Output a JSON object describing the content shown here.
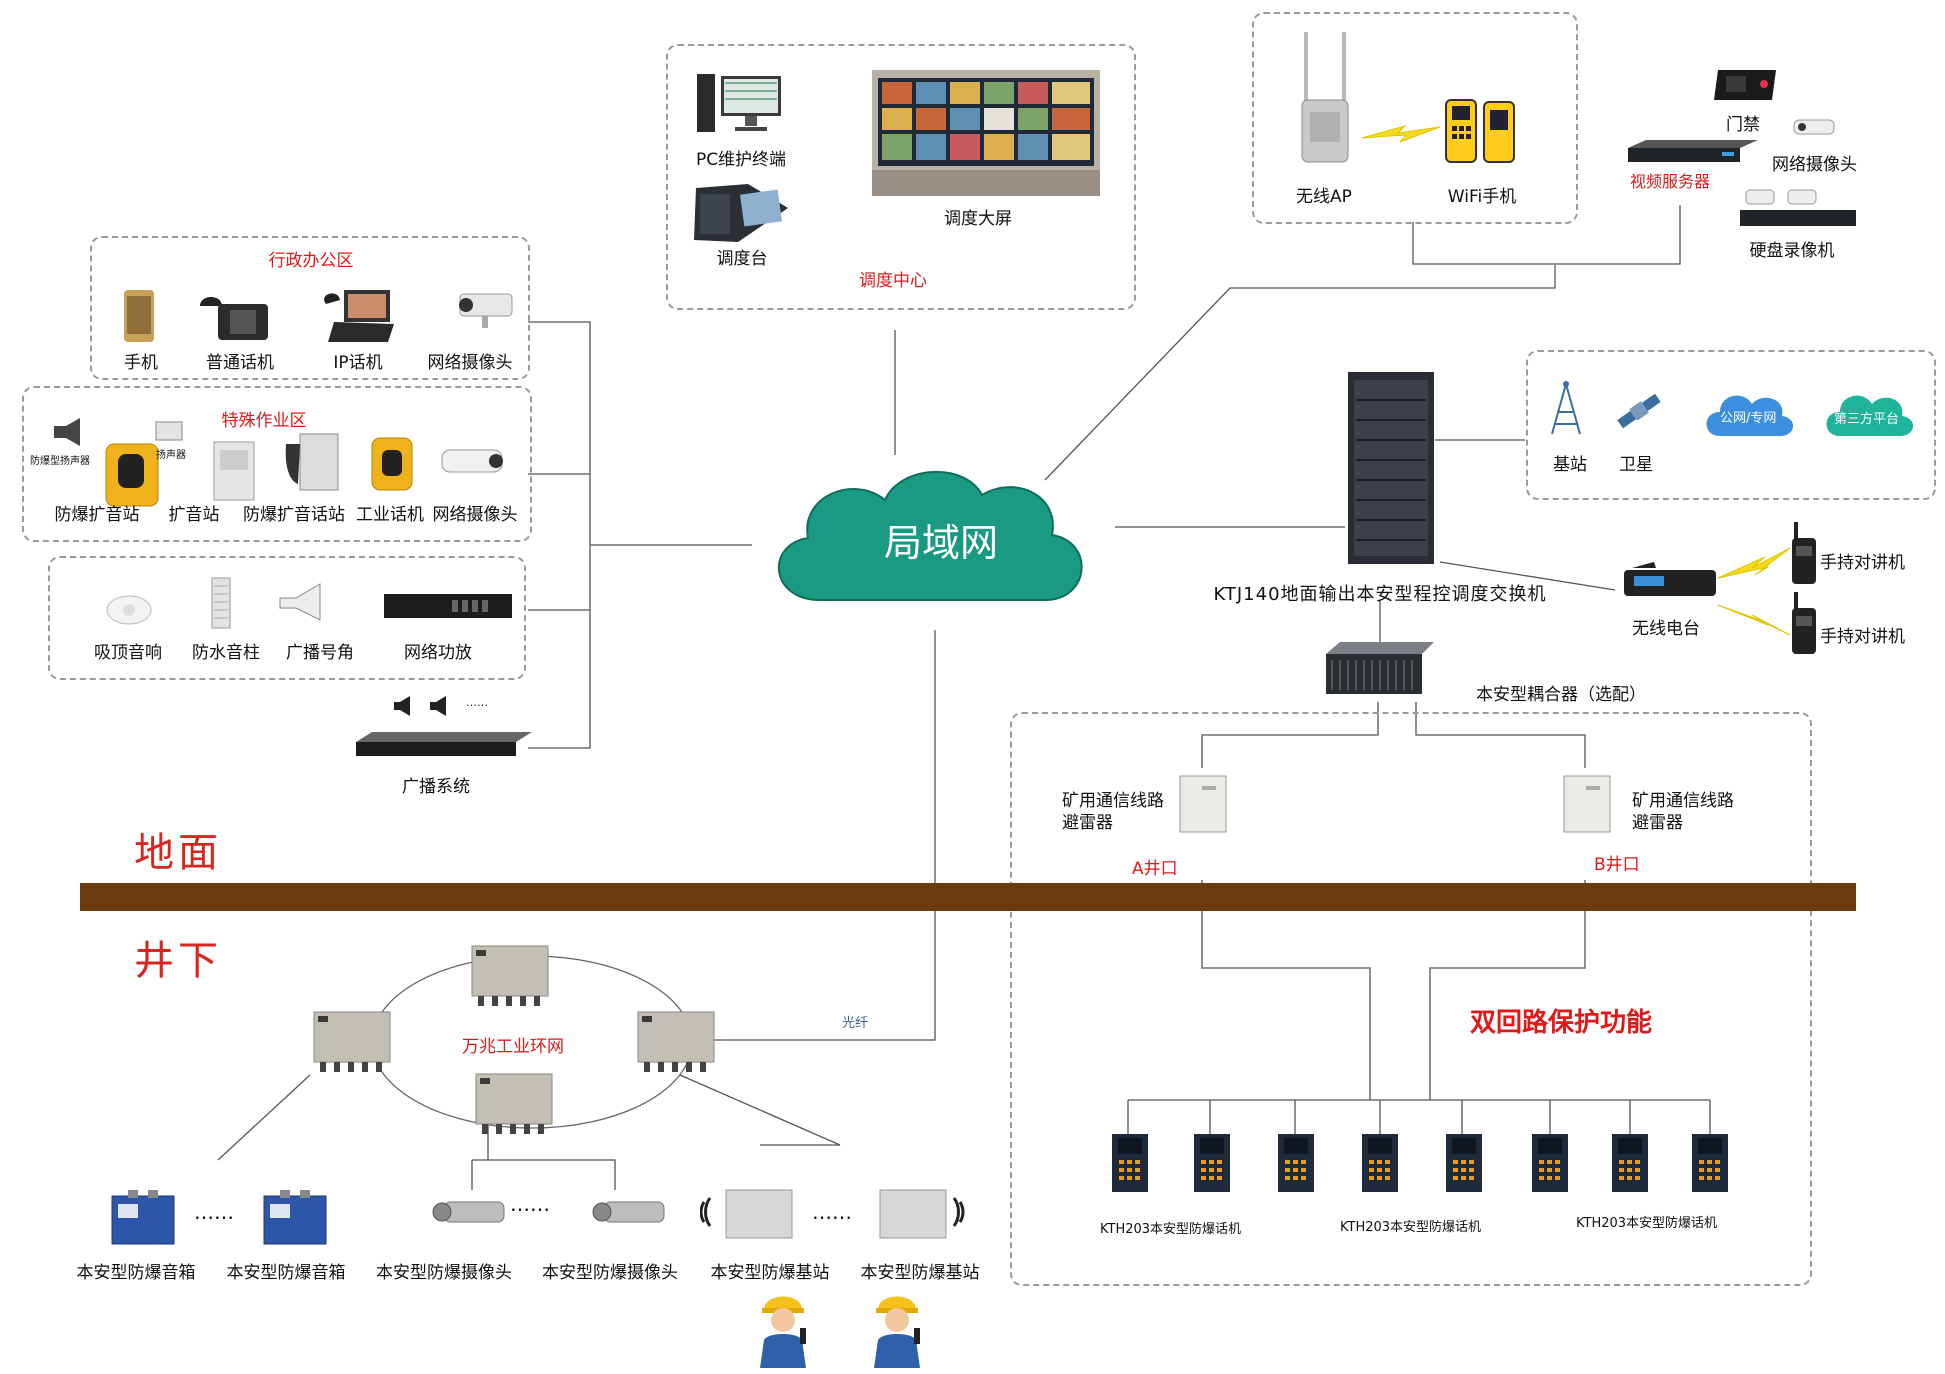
{
  "center": {
    "lan": "局域网",
    "fiber": "光纤"
  },
  "surface_label": "地面",
  "underground_label": "井下",
  "dispatch": {
    "title": "调度中心",
    "pc": "PC维护终端",
    "console": "调度台",
    "screen": "调度大屏"
  },
  "wifi": {
    "ap": "无线AP",
    "phone": "WiFi手机"
  },
  "video": {
    "server": "视频服务器",
    "access": "门禁",
    "camera": "网络摄像头",
    "nvr": "硬盘录像机"
  },
  "admin": {
    "title": "行政办公区",
    "items": [
      "手机",
      "普通话机",
      "IP话机",
      "网络摄像头"
    ]
  },
  "special": {
    "title": "特殊作业区",
    "small_labels": [
      "防爆型扬声器",
      "扬声器"
    ],
    "items": [
      "防爆扩音站",
      "扩音站",
      "防爆扩音话站",
      "工业话机",
      "网络摄像头"
    ]
  },
  "broadcast_area": {
    "items": [
      "吸顶音响",
      "防水音柱",
      "广播号角",
      "网络功放"
    ]
  },
  "broadcast_system": {
    "label": "广播系统",
    "dots": "……"
  },
  "switch": {
    "label": "KTJ140地面输出本安型程控调度交换机"
  },
  "external": {
    "items": [
      "基站",
      "卫星"
    ],
    "public_net": "公网/专网",
    "third_party": "第三方平台"
  },
  "radio": {
    "station": "无线电台",
    "walkie1": "手持对讲机",
    "walkie2": "手持对讲机"
  },
  "coupler": {
    "label": "本安型耦合器（选配）"
  },
  "arrester": {
    "label_line1": "矿用通信线路",
    "label_line2": "避雷器",
    "well_a": "A井口",
    "well_b": "B井口"
  },
  "dual": {
    "title": "双回路保护功能"
  },
  "phones": {
    "labels": [
      "KTH203本安型防爆话机",
      "KTH203本安型防爆话机",
      "KTH203本安型防爆话机"
    ]
  },
  "ring": {
    "label": "万兆工业环网"
  },
  "underground_devices": {
    "items": [
      "本安型防爆音箱",
      "本安型防爆音箱",
      "本安型防爆摄像头",
      "本安型防爆摄像头",
      "本安型防爆基站",
      "本安型防爆基站"
    ],
    "ellipsis": "……"
  },
  "colors": {
    "cloud": "#1a9a82",
    "ground": "#6b3a0d",
    "accent_red": "#e01818",
    "lightning": "#f2dc1e"
  }
}
